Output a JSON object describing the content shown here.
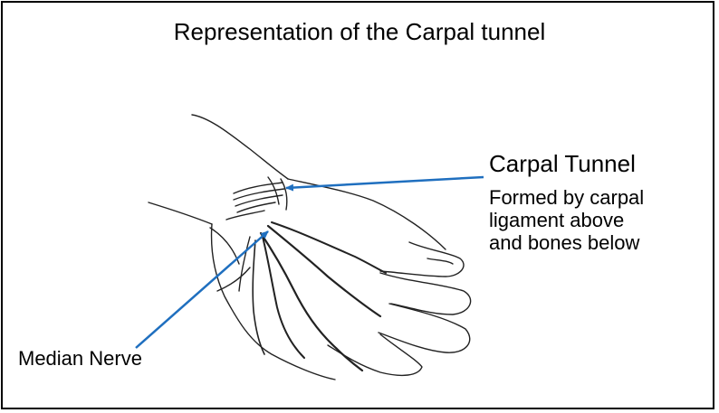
{
  "title": "Representation of the Carpal tunnel",
  "labels": {
    "carpal_tunnel_title": "Carpal Tunnel",
    "carpal_tunnel_desc": [
      "Formed by carpal",
      "ligament above",
      "and bones below"
    ],
    "median_nerve": "Median Nerve"
  },
  "colors": {
    "arrow": "#1f6fbf",
    "sketch": "#111111"
  }
}
